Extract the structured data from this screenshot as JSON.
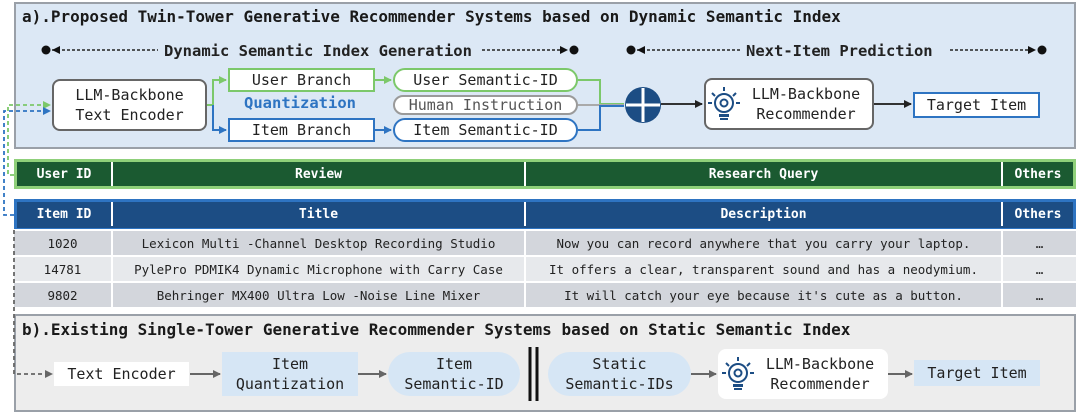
{
  "panel_a": {
    "title": "a).Proposed Twin-Tower Generative Recommender Systems based on Dynamic Semantic Index",
    "section1": "Dynamic Semantic Index Generation",
    "section2": "Next-Item Prediction",
    "encoder": [
      "LLM-Backbone",
      "Text Encoder"
    ],
    "user_branch": "User Branch",
    "item_branch": "Item Branch",
    "quantization": "Quantization",
    "user_sid": "User Semantic-ID",
    "human_instruction": "Human Instruction",
    "item_sid": "Item Semantic-ID",
    "recommender": [
      "LLM-Backbone",
      "Recommender"
    ],
    "target": "Target Item"
  },
  "user_table": {
    "headers": [
      "User ID",
      "Review",
      "Research Query",
      "Others"
    ]
  },
  "item_table": {
    "headers": [
      "Item ID",
      "Title",
      "Description",
      "Others"
    ],
    "rows": [
      [
        "1020",
        "Lexicon Multi -Channel Desktop Recording Studio",
        "Now you can record anywhere that you carry your laptop.",
        "…"
      ],
      [
        "14781",
        "PylePro PDMIK4 Dynamic Microphone with Carry Case",
        "It offers a clear, transparent sound and has a neodymium.",
        "…"
      ],
      [
        "9802",
        "Behringer MX400 Ultra Low -Noise Line Mixer",
        "It will catch your eye because it's cute as a button.",
        "…"
      ]
    ]
  },
  "panel_b": {
    "title": "b).Existing Single-Tower Generative Recommender Systems based on Static Semantic Index",
    "text_encoder": "Text Encoder",
    "item_quant": [
      "Item",
      "Quantization"
    ],
    "item_sid": [
      "Item",
      "Semantic-ID"
    ],
    "static_sids": [
      "Static",
      "Semantic-IDs"
    ],
    "recommender": [
      "LLM-Backbone",
      "Recommender"
    ],
    "target": "Target Item"
  },
  "colors": {
    "panel_a_bg": "#dce8f5",
    "green": "#8fd07a",
    "blue": "#2e74c2",
    "dark_green": "#1b5a31",
    "dark_blue": "#1c4d84",
    "plus_circle": "#1c4d84"
  },
  "icons": [
    "plus-circle-icon",
    "lightbulb-gear-icon"
  ]
}
